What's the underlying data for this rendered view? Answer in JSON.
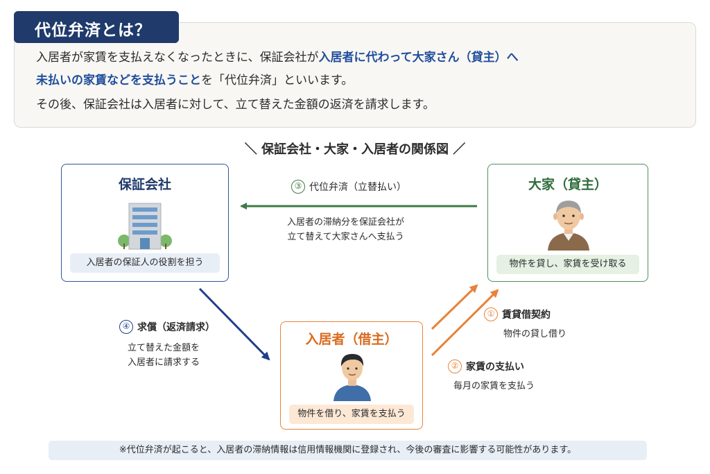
{
  "definition": {
    "title": "代位弁済とは？",
    "line1_plain": "入居者が家賃を支払えなくなったときに、保証会社が",
    "line1_highlight": "入居者に代わって大家さん（貸主）へ",
    "line2_highlight": "未払いの家賃などを支払うこと",
    "line2_plain": "を「代位弁済」といいます。",
    "line3": "その後、保証会社は入居者に対して、立て替えた金額の返済を請求します。"
  },
  "diagram_title": "＼ 保証会社・大家・入居者の関係図 ／",
  "nodes": {
    "guarantor": {
      "title": "保証会社",
      "role": "入居者の保証人の役割を担う",
      "icon": "office-building-icon"
    },
    "landlord": {
      "title": "大家（貸主）",
      "role": "物件を貸し、家賃を受け取る",
      "icon": "elderly-man-icon"
    },
    "tenant": {
      "title": "入居者（借主）",
      "role": "物件を借り、家賃を支払う",
      "icon": "young-man-icon"
    }
  },
  "flows": [
    {
      "num": "①",
      "label": "賃貸借契約",
      "desc": "物件の貸し借り",
      "color": "#e8823a"
    },
    {
      "num": "②",
      "label": "家賃の支払い",
      "desc": "毎月の家賃を支払う",
      "color": "#e8823a"
    },
    {
      "num": "③",
      "label": "代位弁済（立替払い）",
      "desc1": "入居者の滞納分を保証会社が",
      "desc2": "立て替えて大家さんへ支払う",
      "color": "#3f7a45"
    },
    {
      "num": "④",
      "label": "求償（返済請求）",
      "desc1": "立て替えた金額を",
      "desc2": "入居者に請求する",
      "color": "#1f3f8a"
    }
  ],
  "footnote": "※代位弁済が起こると、入居者の滞納情報は信用情報機関に登録され、今後の審査に影響する可能性があります。"
}
